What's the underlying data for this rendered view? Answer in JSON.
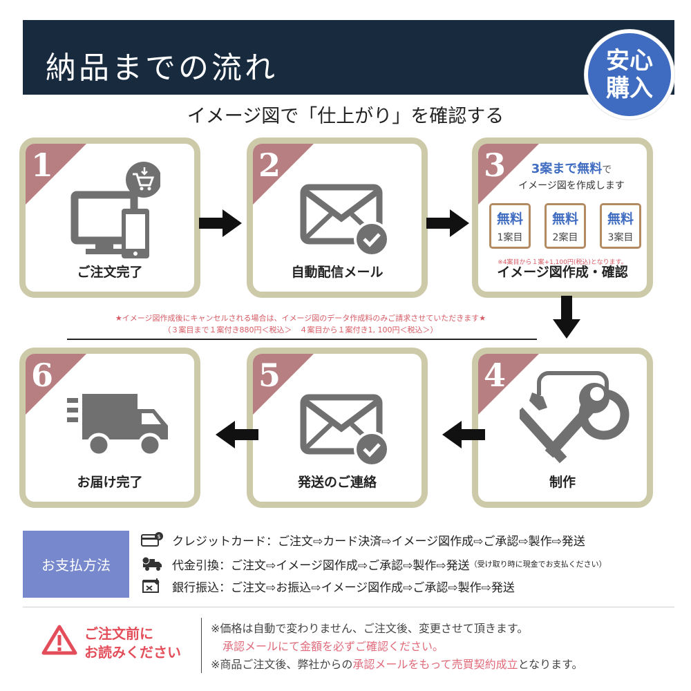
{
  "header": {
    "title": "納品までの流れ",
    "badge_line1": "安心",
    "badge_line2": "購入"
  },
  "subtitle": "イメージ図で「仕上がり」を確認する",
  "steps": [
    {
      "number": "1",
      "label": "ご注文完了",
      "icon": "computer-phone-cart-icon"
    },
    {
      "number": "2",
      "label": "自動配信メール",
      "icon": "mail-check-icon"
    },
    {
      "number": "3",
      "label": "イメージ図作成・確認",
      "icon": "free-plan-boxes"
    },
    {
      "number": "4",
      "label": "制作",
      "icon": "tools-icon"
    },
    {
      "number": "5",
      "label": "発送のご連絡",
      "icon": "mail-check-icon"
    },
    {
      "number": "6",
      "label": "お届け完了",
      "icon": "delivery-truck-icon"
    }
  ],
  "step3": {
    "head_strong": "3案まで無料",
    "head_tail": "で",
    "sub": "イメージ図を作成します",
    "boxes": [
      {
        "top": "無料",
        "bottom": "1案目"
      },
      {
        "top": "無料",
        "bottom": "2案目"
      },
      {
        "top": "無料",
        "bottom": "3案目"
      }
    ],
    "note": "※4案目から１案+1,100円(税込)となります。"
  },
  "notice": {
    "line1": "★イメージ図作成後にキャンセルされる場合は、イメージ図のデータ作成料のみご請求させていただきます★",
    "line2": "（３案目まで１案付き880円＜税込＞　４案目から１案付き1, 100円＜税込＞）"
  },
  "payment": {
    "title": "お支払方法",
    "rows": [
      {
        "icon": "credit-card-icon",
        "text": "クレジットカード：ご注文⇨カード決済⇨イメージ図作成⇨ご承認⇨製作⇨発送",
        "small": ""
      },
      {
        "icon": "cod-truck-icon",
        "text": "代金引換：ご注文⇨イメージ図作成⇨ご承認⇨製作⇨発送",
        "small": "（受け取り時に現金でお支払ください）"
      },
      {
        "icon": "bank-transfer-icon",
        "text": "銀行振込：ご注文⇨お振込⇨イメージ図作成⇨ご承認⇨製作⇨発送",
        "small": ""
      }
    ]
  },
  "warning": {
    "title_line1": "ご注文前に",
    "title_line2": "お読みください",
    "line1": "※価格は自動で変わりません、ご注文後、変更させて頂きます。",
    "line2": "承認メールにて金額を必ずご確認ください。",
    "line3_a": "※商品ご注文後、弊社からの",
    "line3_b": "承認メールをもって売買契約成立",
    "line3_c": "となります。"
  },
  "colors": {
    "header_bg": "#182a3d",
    "badge_bg": "#3f6cc0",
    "card_border": "#cdcaa9",
    "corner": "#b77f82",
    "icon_gray": "#707070",
    "pay_box": "#7789cc",
    "warn_red": "#e34d59"
  }
}
